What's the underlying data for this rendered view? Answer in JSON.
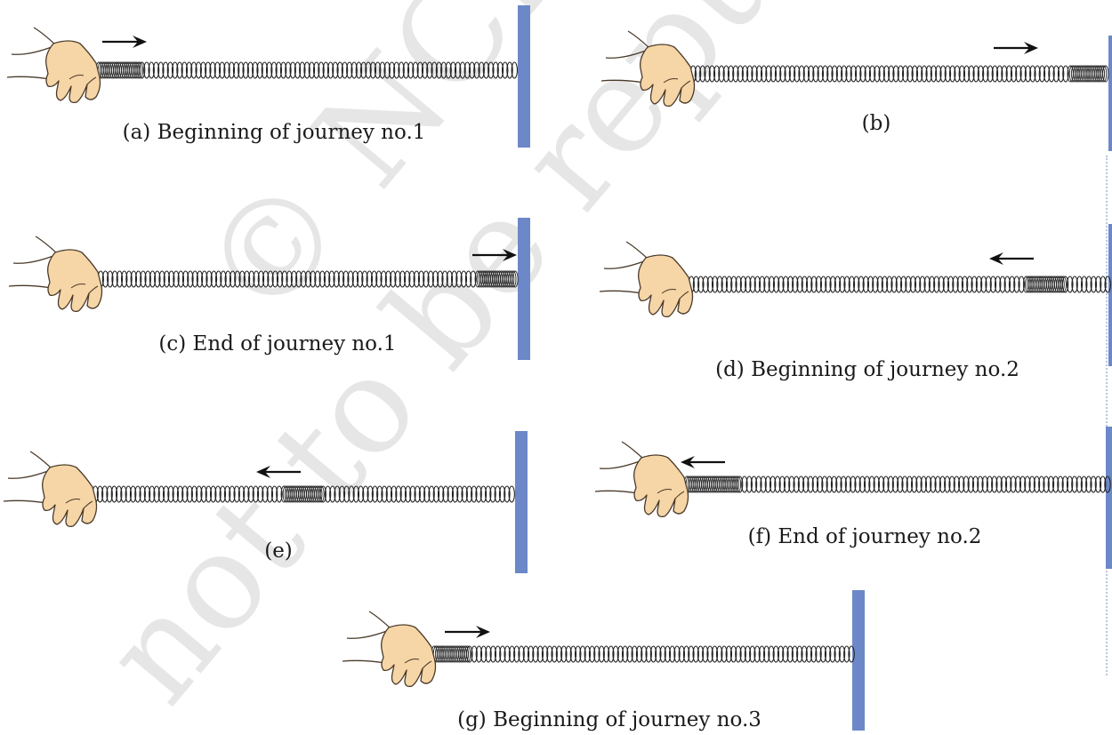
{
  "watermark": {
    "line1": "© NCERT",
    "line2": "not to be republished"
  },
  "panels": [
    {
      "id": "a",
      "caption": "(a) Beginning of journey no.1",
      "arrow": "right"
    },
    {
      "id": "b",
      "caption": "(b)",
      "arrow": "right"
    },
    {
      "id": "c",
      "caption": "(c) End of journey no.1",
      "arrow": "right"
    },
    {
      "id": "d",
      "caption": "(d) Beginning  of journey no.2",
      "arrow": "left"
    },
    {
      "id": "e",
      "caption": "(e)",
      "arrow": "left"
    },
    {
      "id": "f",
      "caption": "(f) End of journey no.2",
      "arrow": "left"
    },
    {
      "id": "g",
      "caption": "(g) Beginning  of journey no.3",
      "arrow": "right"
    }
  ],
  "colors": {
    "wall": "#6c88c8",
    "hand": "#f6d5a6",
    "handStroke": "#4a3a2a",
    "spring": "#222222",
    "arrow": "#111111"
  }
}
